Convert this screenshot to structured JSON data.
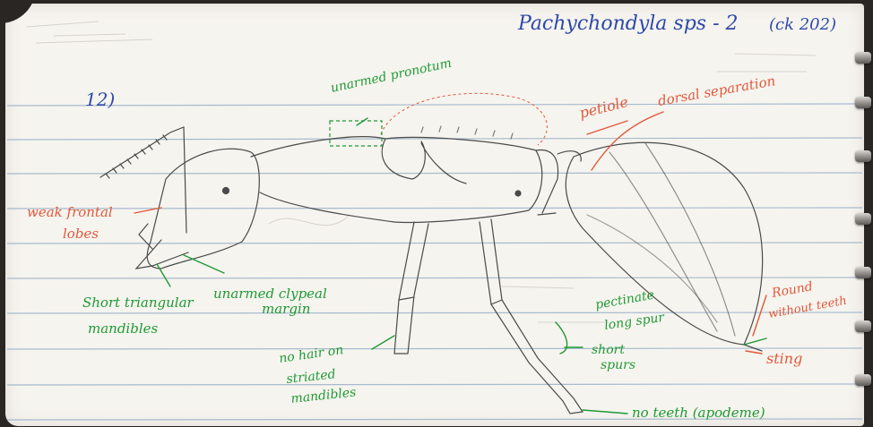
{
  "notebook": {
    "title": "Pachychondyla sps - 2",
    "code": "(ck 202)",
    "number": "12)"
  },
  "annotations": {
    "unarmed_pronotum": "unarmed pronotum",
    "petiole": "petiole",
    "dorsal_separation": "dorsal separation",
    "weak_frontal_lobes_1": "weak frontal",
    "weak_frontal_lobes_2": "lobes",
    "short_triangular_1": "Short triangular",
    "short_triangular_2": "mandibles",
    "unarmed_clypeal_1": "unarmed clypeal",
    "unarmed_clypeal_2": "margin",
    "no_hair_1": "no hair on",
    "no_hair_2": "striated",
    "no_hair_3": "mandibles",
    "pectinate_1": "pectinate",
    "pectinate_2": "long spur",
    "short_spur_1": "short",
    "short_spur_2": "spurs",
    "no_teeth": "no teeth (apodeme)",
    "round_1": "Round",
    "round_2": "without teeth",
    "sting": "sting"
  },
  "colors": {
    "paper": "#f6f4ef",
    "rule_line": "#9ab0c8",
    "pencil": "#4a4a4a",
    "blue_ink": "#2d49a8",
    "red_ink": "#e0583a",
    "green_ink": "#1e9a34"
  }
}
